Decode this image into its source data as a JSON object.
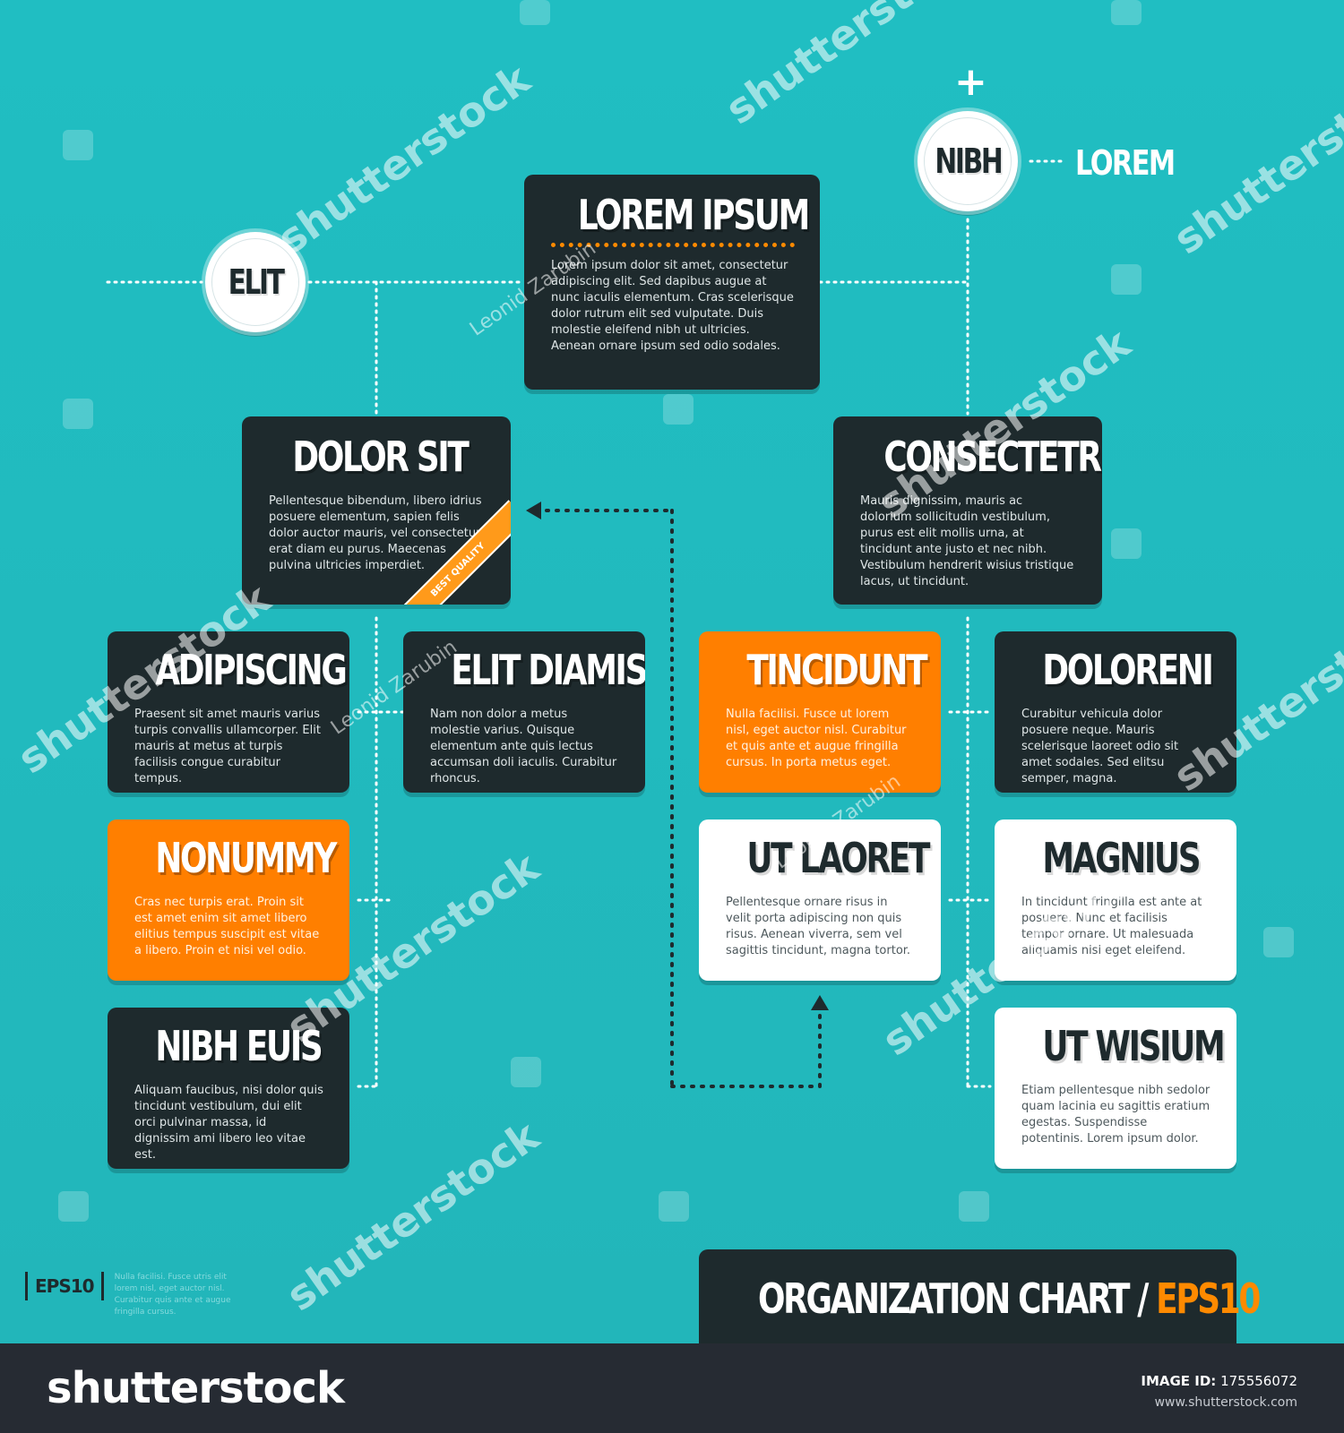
{
  "colors": {
    "background": "#21b9bd",
    "dark": "#1e2a2d",
    "accent": "#ff7f00",
    "light": "#ffffff",
    "stock_bar": "#262b33"
  },
  "root": {
    "title": "LOREM IPSUM",
    "text": "Lorem ipsum dolor sit amet, consectetur adipiscing elit. Sed dapibus augue at nunc iaculis elementum. Cras scelerisque dolor rutrum elit sed vulputate. Duis molestie eleifend nibh ut ultricies. Aenean ornare ipsum sed odio sodales."
  },
  "circles": {
    "left": {
      "label": "ELIT"
    },
    "right": {
      "label": "NIBH",
      "side_label": "LOREM",
      "plus": "+"
    }
  },
  "branches": {
    "left": {
      "title": "DOLOR SIT",
      "text": "Pellentesque bibendum, libero idrius posuere elementum, sapien felis dolor auctor mauris, vel consectetur erat diam eu purus. Maecenas pulvina ultricies imperdiet.",
      "ribbon": "BEST QUALITY"
    },
    "right": {
      "title": "CONSECTETRE",
      "text": "Mauris dignissim, mauris ac dolorium sollicitudin vestibulum, purus est elit mollis urna, at tincidunt ante justo et nec nibh. Vestibulum hendrerit wisius tristique lacus, ut tincidunt."
    }
  },
  "nodes": {
    "adipiscing": {
      "title": "ADIPISCING",
      "text": "Praesent sit amet mauris varius turpis convallis ullamcorper. Elit mauris at metus at turpis facilisis congue curabitur tempus."
    },
    "nonummy": {
      "title": "NONUMMY",
      "text": "Cras nec turpis erat. Proin sit est amet enim sit amet libero elitius tempus suscipit est vitae a libero. Proin et nisi vel odio."
    },
    "nibh_euis": {
      "title": "NIBH EUIS",
      "text": "Aliquam faucibus, nisi dolor quis tincidunt vestibulum, dui elit orci pulvinar massa, id dignissim ami libero leo vitae est."
    },
    "elit_diamis": {
      "title": "ELIT DIAMIS",
      "text": "Nam non dolor a metus molestie varius. Quisque elementum ante quis lectus accumsan doli iaculis. Curabitur rhoncus."
    },
    "tincidunt": {
      "title": "TINCIDUNT",
      "text": "Nulla facilisi. Fusce ut lorem nisl, eget auctor nisl. Curabitur et quis ante et augue fringilla cursus. In porta metus eget."
    },
    "ut_laoret": {
      "title": "UT LAORET",
      "text": "Pellentesque ornare risus in velit porta adipiscing non quis risus. Aenean viverra, sem vel sagittis tincidunt, magna tortor."
    },
    "doloreni": {
      "title": "DOLORENI",
      "text": "Curabitur vehicula dolor posuere neque. Mauris scelerisque laoreet odio sit amet sodales. Sed elitsu semper, magna."
    },
    "magnius": {
      "title": "MAGNIUS",
      "text": "In tincidunt fringilla est ante at posuere. Nunc et facilisis tempor ornare. Ut malesuada aliquamis nisi eget eleifend."
    },
    "ut_wisium": {
      "title": "UT WISIUM",
      "text": "Etiam pellentesque nibh sedolor quam lacinia eu sagittis eratium egestas. Suspendisse potentinis. Lorem ipsum dolor."
    }
  },
  "footer": {
    "title_main": "ORGANIZATION CHART / ",
    "title_accent": "EPS10",
    "eps_badge": "EPS10",
    "eps_note": "Nulla facilisi. Fusce utris elit lorem nisl, eget auctor nisl. Curabitur quis ante et augue fringilla cursus."
  },
  "watermarks": {
    "brand": "shutterstock",
    "credit": "Leonid Zarubin"
  },
  "stock_bar": {
    "logo": "shutterstock",
    "id_label": "IMAGE ID:",
    "id_value": "175556072",
    "url": "www.shutterstock.com"
  }
}
